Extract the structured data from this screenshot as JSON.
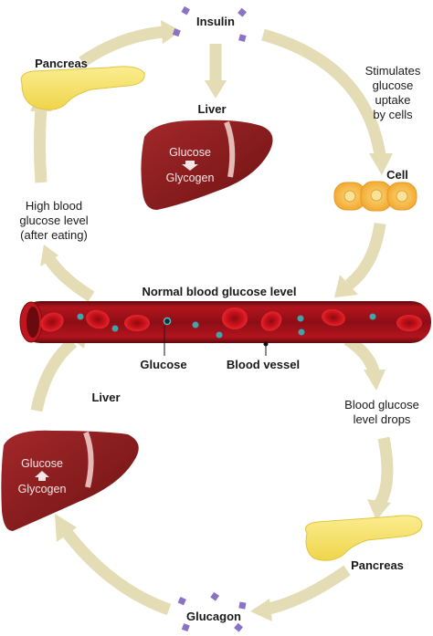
{
  "title": "Normal blood glucose level",
  "top_hormone": "Insulin",
  "bottom_hormone": "Glucagon",
  "pancreas_top": "Pancreas",
  "pancreas_bottom": "Pancreas",
  "liver_top": {
    "label": "Liver",
    "from": "Glucose",
    "to": "Glycogen"
  },
  "liver_bottom": {
    "label": "Liver",
    "from": "Glycogen",
    "to": "Glucose"
  },
  "cell_label": "Cell",
  "stimulates": [
    "Stimulates",
    "glucose",
    "uptake",
    "by cells"
  ],
  "high_glucose": [
    "High blood",
    "glucose level",
    "(after eating)"
  ],
  "drops": [
    "Blood glucose",
    "level drops"
  ],
  "glucose_label": "Glucose",
  "vessel_label": "Blood vessel",
  "colors": {
    "arrow": "#e3dcb4",
    "liver": "#8b1a1a",
    "pancreas": "#f4e26a",
    "cell": "#f4b43f",
    "vessel": "#a8101a",
    "rbc": "#d7141e",
    "glucose": "#3fa5a8",
    "hormone": "#8a72c4"
  }
}
